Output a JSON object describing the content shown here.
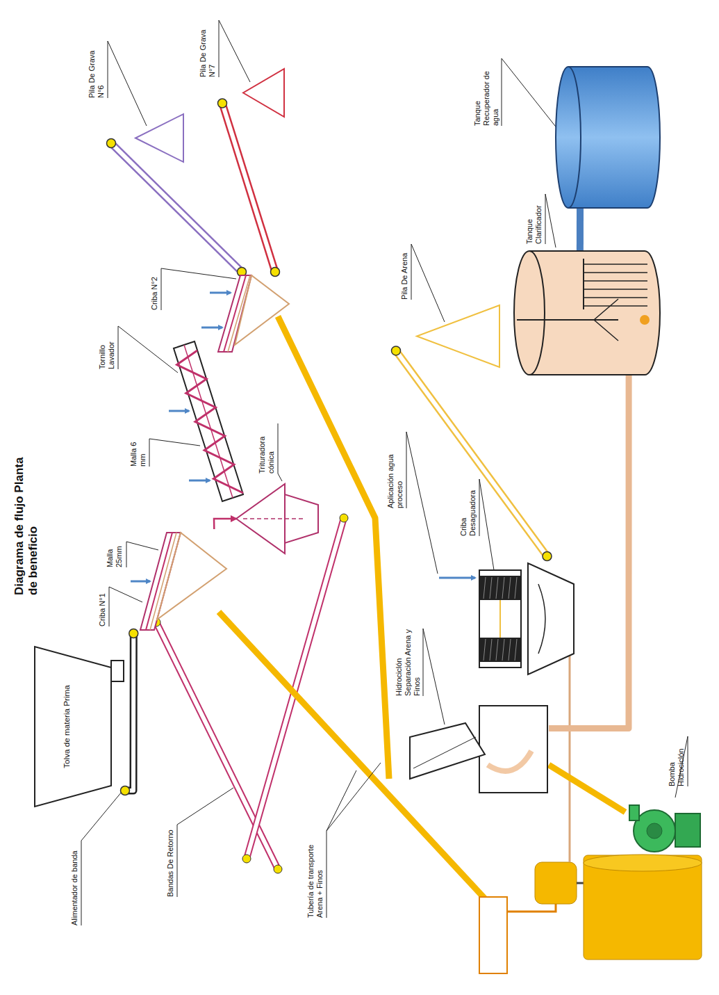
{
  "diagram": {
    "title": "Diagrama de flujo Planta de beneficio",
    "nodes": [
      {
        "text": [
          "Tolva de materia Prima"
        ]
      },
      {
        "text": [
          "Criba N°1"
        ]
      },
      {
        "text": [
          "Tornillo Lavador"
        ]
      },
      {
        "text": [
          "Trituradora cónica"
        ]
      },
      {
        "text": [
          "Criba N°2"
        ]
      },
      {
        "text": [
          "Pila De Grava N°6"
        ]
      },
      {
        "text": [
          "Pila De Grava N°7"
        ]
      },
      {
        "text": [
          "Pila De Arena"
        ]
      },
      {
        "text": [
          "Criba Desaguadora"
        ]
      },
      {
        "text": [
          "Hidrociclón Separación Arena y Finos"
        ]
      },
      {
        "text": [
          "Tanque Clarificador"
        ]
      },
      {
        "text": [
          "Tanque Recuperador de agua"
        ]
      },
      {
        "text": [
          "Bomba Hidrociclón"
        ]
      }
    ],
    "edges": [
      {
        "from": 0,
        "to": 1,
        "arrow": "none"
      },
      {
        "from": 1,
        "to": 3,
        "arrow": "to"
      },
      {
        "from": 4,
        "to": 5,
        "arrow": "none"
      },
      {
        "from": 4,
        "to": 6,
        "arrow": "none"
      },
      {
        "from": 8,
        "to": 7,
        "arrow": "none"
      },
      {
        "from": 12,
        "to": 9,
        "arrow": "none"
      },
      {
        "from": 10,
        "to": 11,
        "arrow": "none"
      },
      {
        "from": 9,
        "to": 10,
        "arrow": "none"
      }
    ],
    "labels": [
      "Alimentador de banda",
      "Malla 25mm",
      "Malla 6 mm",
      "Aplicación agua proceso",
      "Bandas De Retorno",
      "Tubería de transporte Arena + Finos"
    ]
  }
}
